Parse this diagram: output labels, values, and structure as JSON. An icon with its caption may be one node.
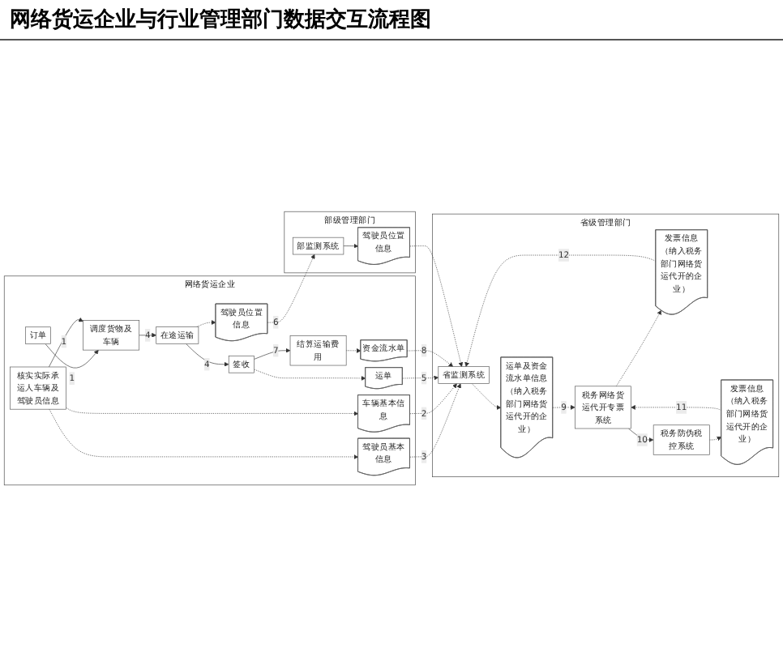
{
  "diagram": {
    "title": "网络货运企业与行业管理部门数据交互流程图",
    "nodes": [
      {
        "text": [
          "网络货运企业"
        ]
      },
      {
        "text": [
          "省级管理部门"
        ]
      },
      {
        "text": [
          "部级管理部门"
        ]
      },
      {
        "text": [
          "订单"
        ],
        "in": 0
      },
      {
        "text": [
          "核实实际承运人车辆及驾驶员信息"
        ],
        "in": 0
      },
      {
        "text": [
          "驾驶员基本信息"
        ],
        "in": 0
      },
      {
        "text": [
          "调度货物及车辆"
        ],
        "in": 0
      },
      {
        "text": [
          "车辆基本信息"
        ],
        "in": 0
      },
      {
        "text": [
          "在途运输"
        ],
        "in": 0
      },
      {
        "text": [
          "驾驶员位置信息"
        ],
        "in": 0
      },
      {
        "text": [
          "签收"
        ],
        "in": 0
      },
      {
        "text": [
          "运单"
        ],
        "in": 0
      },
      {
        "text": [
          "结算运输费用"
        ],
        "in": 0
      },
      {
        "text": [
          "资金流水单"
        ],
        "in": 0
      },
      {
        "text": [
          "省监测系统"
        ],
        "in": 1
      },
      {
        "text": [
          "运单及资金流水单信息（纳入税务部门网络货运代开的企业）"
        ],
        "in": 1
      },
      {
        "text": [
          "发票信息（纳入税务部门网络货运代开的企业）"
        ],
        "in": 1
      },
      {
        "text": [
          "税务网络货运代开专票系统"
        ],
        "in": 1
      },
      {
        "text": [
          "发票信息（纳入税务部门网络货运代开的企业）"
        ],
        "in": 1
      },
      {
        "text": [
          "税务防伪税控系统"
        ],
        "in": 1
      },
      {
        "text": [
          "部监测系统"
        ],
        "in": 2
      },
      {
        "text": [
          "驾驶员位置信息"
        ],
        "in": 2
      }
    ],
    "edges": [
      {
        "from": 3,
        "to": 6,
        "arrow": "to",
        "label": "1"
      },
      {
        "from": 4,
        "to": 6,
        "arrow": "to",
        "label": "1"
      },
      {
        "from": 4,
        "to": 5,
        "arrow": "to",
        "style": "dashed"
      },
      {
        "from": 4,
        "to": 7,
        "arrow": "to",
        "style": "dashed"
      },
      {
        "from": 5,
        "to": 14,
        "arrow": "to",
        "style": "dashed",
        "label": "3"
      },
      {
        "from": 7,
        "to": 14,
        "arrow": "to",
        "style": "dashed",
        "label": "2"
      },
      {
        "from": 6,
        "to": 8,
        "arrow": "to",
        "label": "4"
      },
      {
        "from": 8,
        "to": 9,
        "arrow": "to",
        "style": "dashed"
      },
      {
        "from": 9,
        "to": 20,
        "arrow": "to",
        "style": "dashed",
        "label": "6"
      },
      {
        "from": 8,
        "to": 10,
        "arrow": "to",
        "label": "4"
      },
      {
        "from": 10,
        "to": 11,
        "arrow": "to",
        "style": "dashed"
      },
      {
        "from": 11,
        "to": 14,
        "arrow": "to",
        "style": "dashed",
        "label": "5"
      },
      {
        "from": 10,
        "to": 12,
        "arrow": "to",
        "label": "7"
      },
      {
        "from": 12,
        "to": 13,
        "arrow": "to",
        "style": "dashed"
      },
      {
        "from": 13,
        "to": 14,
        "arrow": "to",
        "style": "dashed",
        "label": "8"
      },
      {
        "from": 14,
        "to": 15,
        "arrow": "to",
        "style": "dashed"
      },
      {
        "from": 15,
        "to": 17,
        "arrow": "to",
        "style": "dashed",
        "label": "9"
      },
      {
        "from": 17,
        "to": 16,
        "arrow": "to",
        "style": "dashed"
      },
      {
        "from": 16,
        "to": 14,
        "arrow": "to",
        "style": "dashed",
        "label": "12"
      },
      {
        "from": 17,
        "to": 19,
        "arrow": "to",
        "label": "10"
      },
      {
        "from": 19,
        "to": 18,
        "arrow": "to",
        "style": "dashed"
      },
      {
        "from": 18,
        "to": 17,
        "arrow": "to",
        "style": "dashed",
        "label": "11"
      },
      {
        "from": 20,
        "to": 21,
        "arrow": "to"
      },
      {
        "from": 21,
        "to": 14,
        "arrow": "to",
        "style": "dashed"
      }
    ]
  }
}
